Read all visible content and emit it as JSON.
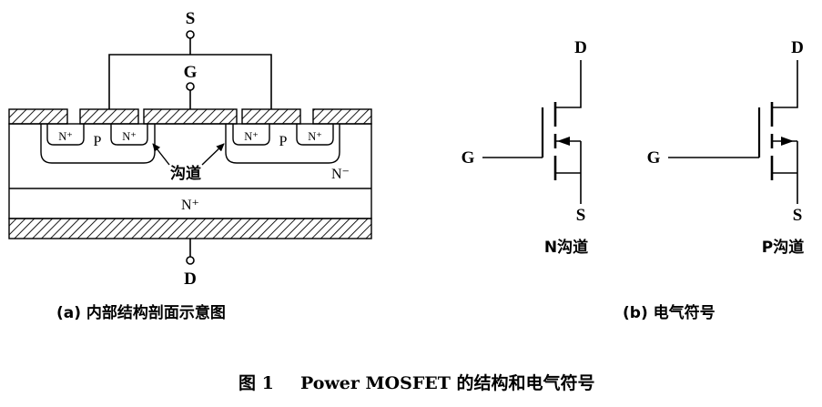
{
  "figure": {
    "caption_a": "(a) 内部结构剖面示意图",
    "caption_b": "(b) 电气符号",
    "figure_label": "图 1",
    "figure_title": "Power MOSFET 的结构和电气符号"
  },
  "cross_section": {
    "terminal_source": "S",
    "terminal_gate": "G",
    "terminal_drain": "D",
    "n_plus_source": "N⁺",
    "p_well": "P",
    "channel_label": "沟道",
    "n_minus_drift": "N⁻",
    "n_plus_substrate": "N⁺"
  },
  "symbols": {
    "n_channel": {
      "drain": "D",
      "gate": "G",
      "source": "S",
      "label": "N沟道"
    },
    "p_channel": {
      "drain": "D",
      "gate": "G",
      "source": "S",
      "label": "P沟道"
    }
  },
  "colors": {
    "line": "#000000",
    "background": "#ffffff"
  }
}
